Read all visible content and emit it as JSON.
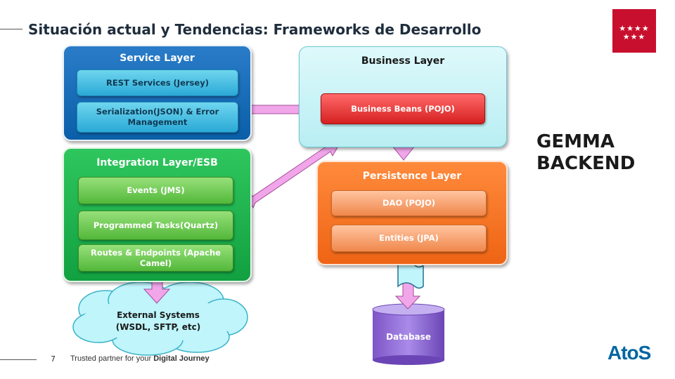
{
  "header": {
    "title": "Situación actual y Tendencias: Frameworks de Desarrollo",
    "flag_stars_top": "★★★★",
    "flag_stars_bottom": "★★★"
  },
  "layers": {
    "service": {
      "title": "Service Layer",
      "items": [
        "REST Services (Jersey)",
        "Serialization(JSON)  & Error Management"
      ]
    },
    "business": {
      "title": "Business Layer",
      "items": [
        "Business Beans (POJO)"
      ]
    },
    "integration": {
      "title": "Integration Layer/ESB",
      "items": [
        "Events (JMS)",
        "Programmed Tasks(Quartz)",
        "Routes & Endpoints (Apache Camel)"
      ]
    },
    "persistence": {
      "title": "Persistence Layer",
      "items": [
        "DAO (POJO)",
        "Entities (JPA)"
      ]
    }
  },
  "external": {
    "line1": "External Systems",
    "line2": "(WSDL, SFTP, etc)"
  },
  "database": {
    "label": "Database"
  },
  "side_label": {
    "line1": "GEMMA",
    "line2": "BACKEND"
  },
  "footer": {
    "page_number": "7",
    "tagline_plain": "Trusted partner for your ",
    "tagline_bold": "Digital Journey",
    "logo": "AtoS"
  },
  "colors": {
    "service_layer": "#0a5fa8",
    "business_layer": "#c6f3f6",
    "integration_layer": "#1aaa48",
    "persistence_layer": "#f06d1e",
    "arrows": "#f2a6ea",
    "flag": "#c8102e",
    "logo": "#0066a1"
  }
}
